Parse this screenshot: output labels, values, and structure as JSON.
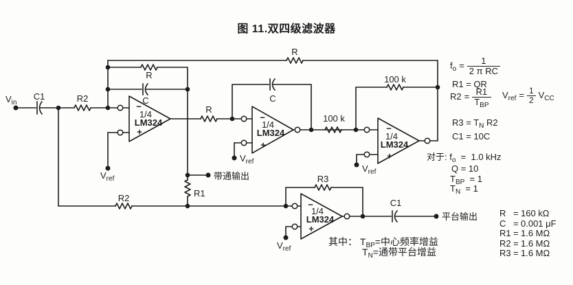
{
  "title": "图 11.双四级滤波器",
  "colors": {
    "line": "#1c1c1c",
    "background": "#fdfdfc"
  },
  "opamp": {
    "fraction": "1/4",
    "part": "LM324",
    "minus": "−",
    "plus": "+"
  },
  "labels": {
    "vin": {
      "base": "V",
      "sub": "in"
    },
    "vref": {
      "base": "V",
      "sub": "ref"
    },
    "c1_in": "C1",
    "r2_in": "R2",
    "r_fb": "R",
    "c_fb": "C",
    "r_top": "R",
    "r_series": "R",
    "c2_fb": "C",
    "k100_series": "100 k",
    "k100_fb": "100 k",
    "r1": "R1",
    "r2_bottom": "R2",
    "r3": "R3",
    "c1_out": "C1",
    "bandpass_output": "带通输出",
    "notch_output": "平台输出"
  },
  "formulas": {
    "fo": {
      "lhs_base": "f",
      "lhs_sub": "o",
      "eq": "=",
      "num": "1",
      "den": "2 π RC"
    },
    "r1": "R1 =  QR",
    "r2": {
      "lhs": "R2",
      "eq": "=",
      "num": "R1",
      "den_base": "T",
      "den_sub": "BP"
    },
    "vref": {
      "lhs_base": "V",
      "lhs_sub": "ref",
      "eq": "=",
      "num": "1",
      "den": "2",
      "rhs_base": "V",
      "rhs_sub": "CC"
    },
    "r3": {
      "lhs": "R3 = ",
      "rhs_base": "T",
      "rhs_sub": "N",
      "tail": " R2"
    },
    "c1": "C1 = 10C"
  },
  "conditions": {
    "prefix": "对于:",
    "fo": {
      "base": "f",
      "sub": "o",
      "tail": "  =  1.0 kHz"
    },
    "q": "Q  = 10",
    "tbp": {
      "base": "T",
      "sub": "BP",
      "tail": "  = 1"
    },
    "tn": {
      "base": "T",
      "sub": "N",
      "tail": "  = 1"
    }
  },
  "notes": {
    "prefix": "其中：",
    "tbp": {
      "base": "T",
      "sub": "BP",
      "tail": "=中心频率增益"
    },
    "tn": {
      "base": "T",
      "sub": "N",
      "tail": "=通带平台增益"
    }
  },
  "values": {
    "rows": [
      {
        "name": "R",
        "eq": "=",
        "val": "160 kΩ"
      },
      {
        "name": "C",
        "eq": "=",
        "val": "0.001 μF"
      },
      {
        "name": "R1",
        "eq": "=",
        "val": "1.6 MΩ"
      },
      {
        "name": "R2",
        "eq": "=",
        "val": "1.6 MΩ"
      },
      {
        "name": "R3",
        "eq": "=",
        "val": "1.6 MΩ"
      }
    ]
  }
}
